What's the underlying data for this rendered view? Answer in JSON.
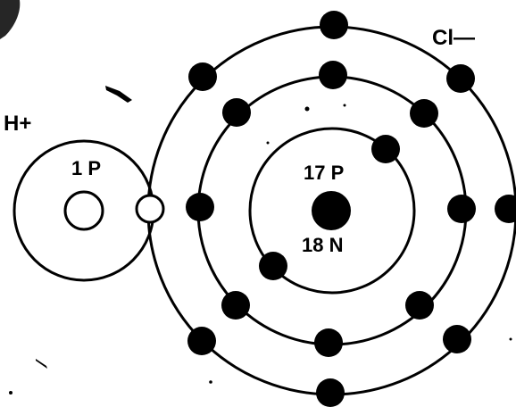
{
  "hydrogen": {
    "ion_label": "H+",
    "nucleus_label": "1 P"
  },
  "chlorine": {
    "ion_label": "Cl—",
    "nucleus_protons": "17 P",
    "nucleus_neutrons": "18 N"
  },
  "colors": {
    "ink": "#000000",
    "background": "#ffffff"
  }
}
